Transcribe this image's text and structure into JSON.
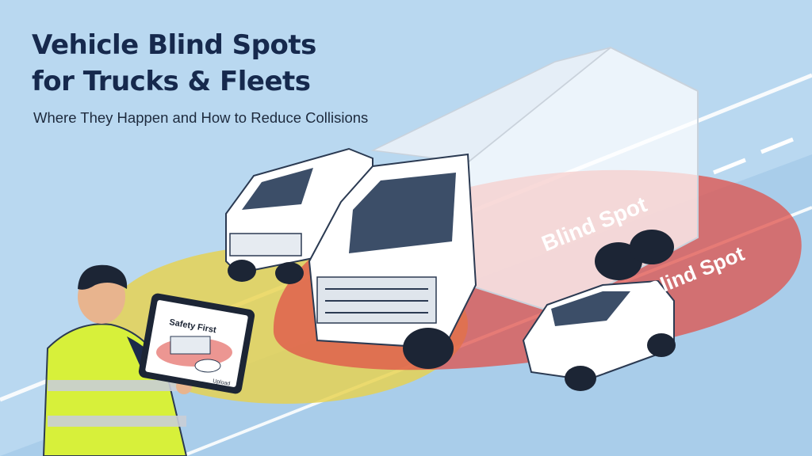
{
  "header": {
    "title_line1": "Vehicle Blind Spots",
    "title_line2": "for Trucks & Fleets",
    "subtitle": "Where They Happen and How to Reduce Collisions"
  },
  "scene": {
    "zone_label_rear": "Blind Spot",
    "zone_label_side": "Blind Spot",
    "tablet_heading": "Safety First",
    "tablet_footer": "Upload"
  },
  "colors": {
    "background": "#b9d8f0",
    "road": "#a9cdea",
    "title": "#16294d",
    "zone_yellow": "#e8d24a",
    "zone_red": "#e0504a",
    "vest": "#d7f03a"
  }
}
